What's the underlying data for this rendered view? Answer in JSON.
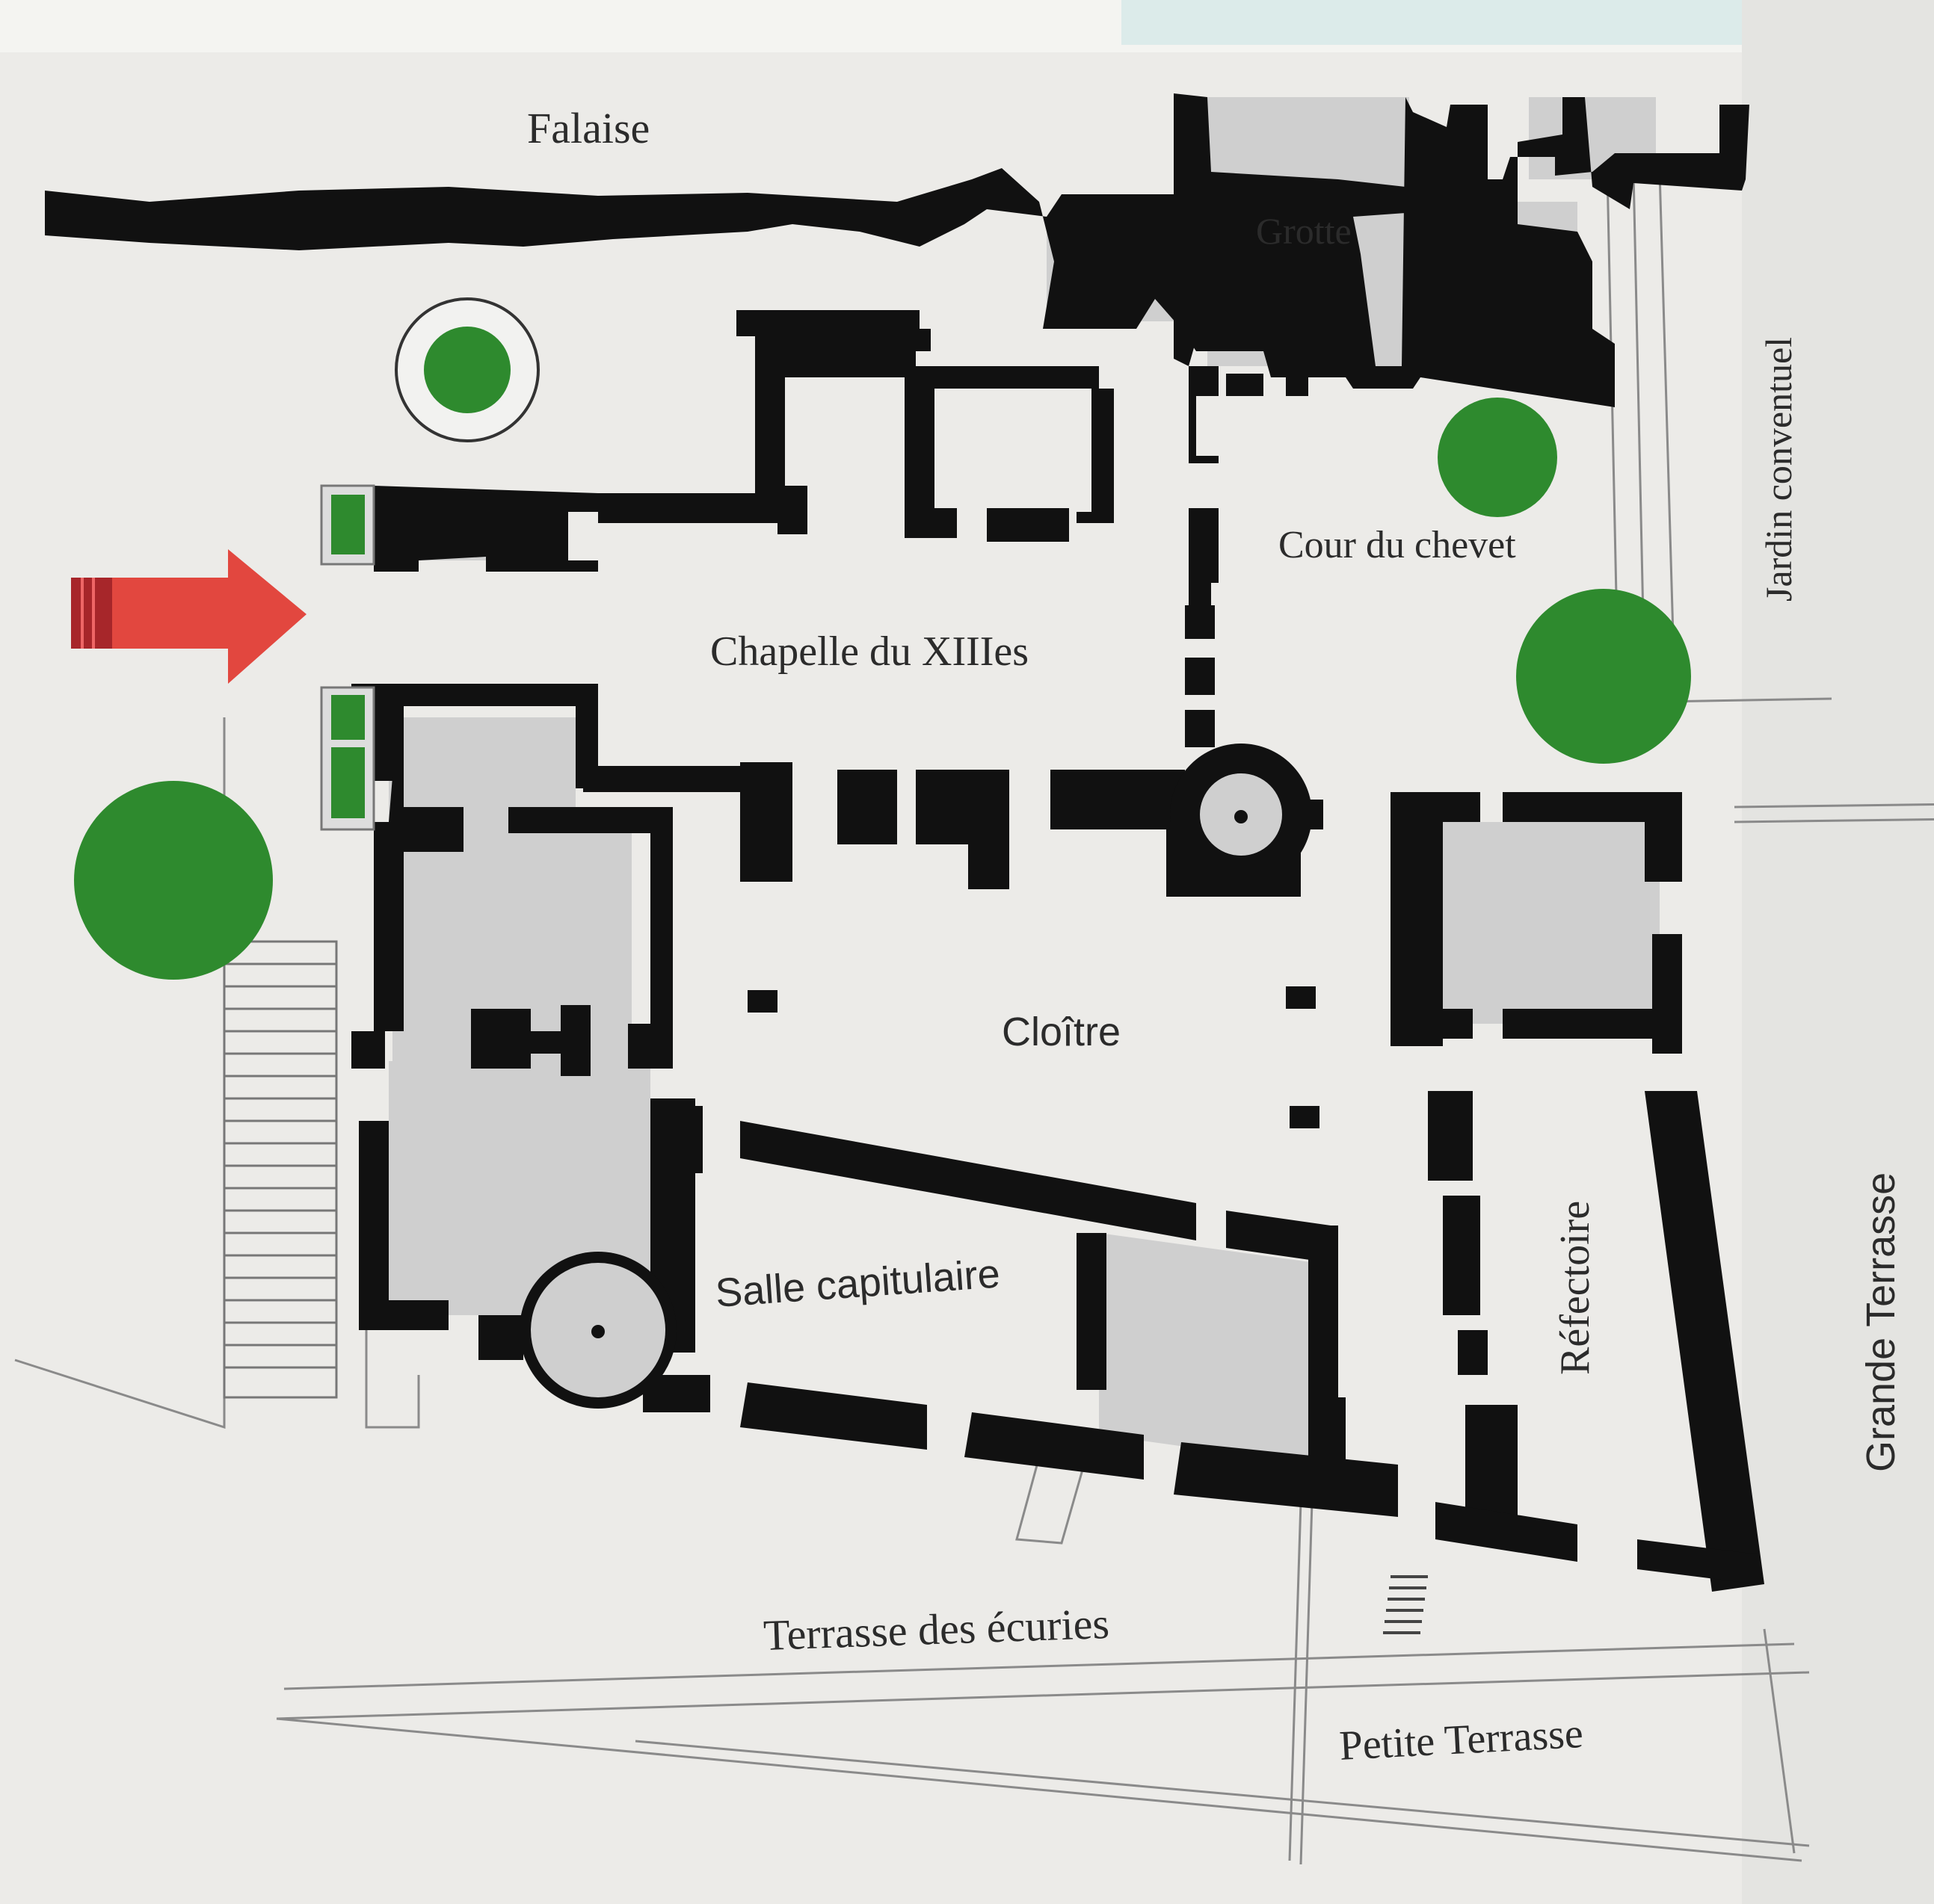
{
  "labels": {
    "falaise": "Falaise",
    "grotte": "Grotte",
    "jardin": "Jardin conventuel",
    "cour": "Cour du chevet",
    "chapelle": "Chapelle du XIIIes",
    "cloitre": "Cloître",
    "salle": "Salle capitulaire",
    "refectoire": "Réfectoire",
    "grande_terrasse": "Grande Terrasse",
    "terrasse_ecuries": "Terrasse des écuries",
    "petite_terrasse": "Petite Terrasse"
  },
  "icons": {
    "entrance": "entrance-arrow-icon",
    "tree": "tree-icon"
  },
  "colors": {
    "wall": "#111111",
    "room_fill": "#cfcfcf",
    "tree": "#2e8a2e",
    "arrow": "#e2473f",
    "paper": "#ecebe8"
  }
}
